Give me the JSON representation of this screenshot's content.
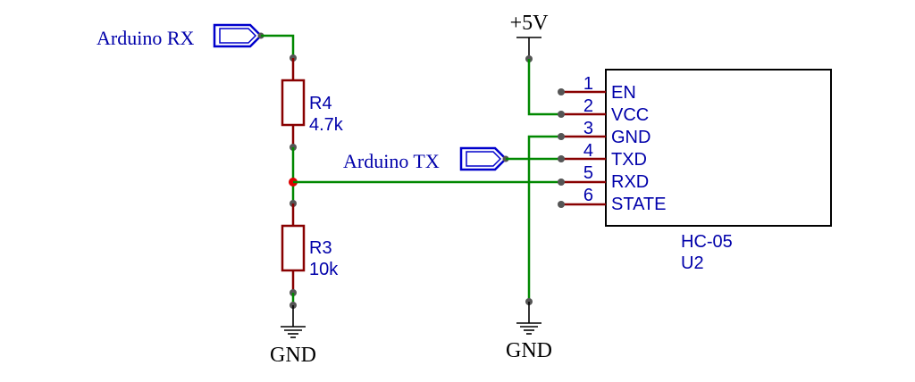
{
  "ports": {
    "rx": "Arduino RX",
    "tx": "Arduino TX"
  },
  "power": {
    "vcc": "+5V",
    "gnd_left": "GND",
    "gnd_right": "GND"
  },
  "resistors": {
    "r4": {
      "ref": "R4",
      "value": "4.7k"
    },
    "r3": {
      "ref": "R3",
      "value": "10k"
    }
  },
  "module": {
    "name": "HC-05",
    "ref": "U2",
    "pins": [
      {
        "num": "1",
        "name": "EN"
      },
      {
        "num": "2",
        "name": "VCC"
      },
      {
        "num": "3",
        "name": "GND"
      },
      {
        "num": "4",
        "name": "TXD"
      },
      {
        "num": "5",
        "name": "RXD"
      },
      {
        "num": "6",
        "name": "STATE"
      }
    ]
  },
  "colors": {
    "wire": "#008800",
    "pin": "#880000",
    "label": "#0000aa",
    "junction": "#dd0000"
  }
}
